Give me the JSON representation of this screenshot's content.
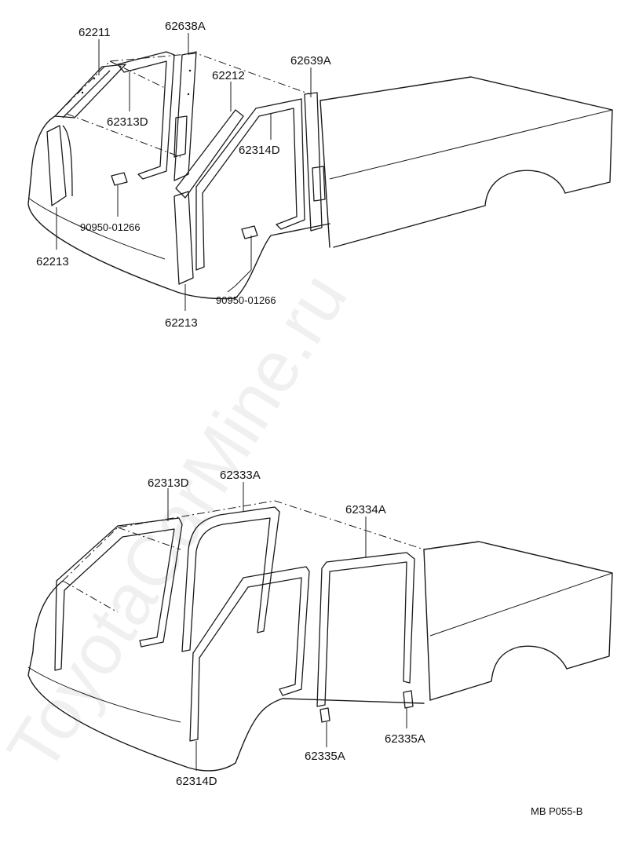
{
  "watermark": "ToyotaCarMine.ru",
  "top_diagram": {
    "labels": {
      "l62211": "62211",
      "l62638A": "62638A",
      "l62212": "62212",
      "l62639A": "62639A",
      "l62313D": "62313D",
      "l62314D": "62314D",
      "l90950_a": "90950-01266",
      "l90950_b": "90950-01266",
      "l62213_a": "62213",
      "l62213_b": "62213"
    }
  },
  "bottom_diagram": {
    "labels": {
      "l62313D": "62313D",
      "l62333A": "62333A",
      "l62334A": "62334A",
      "l62314D": "62314D",
      "l62335A_a": "62335A",
      "l62335A_b": "62335A"
    }
  },
  "figure_code": "MB  P055-B"
}
